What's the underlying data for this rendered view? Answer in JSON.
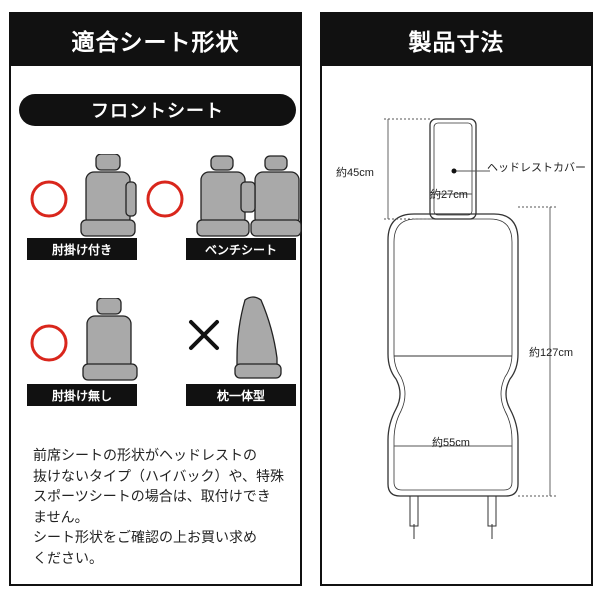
{
  "left": {
    "header": "適合シート形状",
    "subheader": "フロントシート",
    "items": [
      {
        "label": "肘掛け付き",
        "mark": "circle-icon"
      },
      {
        "label": "ベンチシート",
        "mark": "circle-icon"
      },
      {
        "label": "肘掛け無し",
        "mark": "circle-icon"
      },
      {
        "label": "枕一体型",
        "mark": "cross-icon"
      }
    ],
    "note": [
      "前席シートの形状がヘッドレストの",
      "抜けないタイプ（ハイバック）や、特殊",
      "スポーツシートの場合は、取付けでき",
      "ません。",
      "シート形状をご確認の上お買い求め",
      "ください。"
    ]
  },
  "right": {
    "header": "製品寸法",
    "headrest_label": "ヘッドレストカバー",
    "dimensions": {
      "height_headrest": "約45cm",
      "width_headrest": "約27cm",
      "height_total": "約127cm",
      "width_body": "約55cm"
    }
  },
  "colors": {
    "ok_circle": "#d9261c",
    "panel_dark": "#111111",
    "seat_gray": "#a9a9a9"
  }
}
